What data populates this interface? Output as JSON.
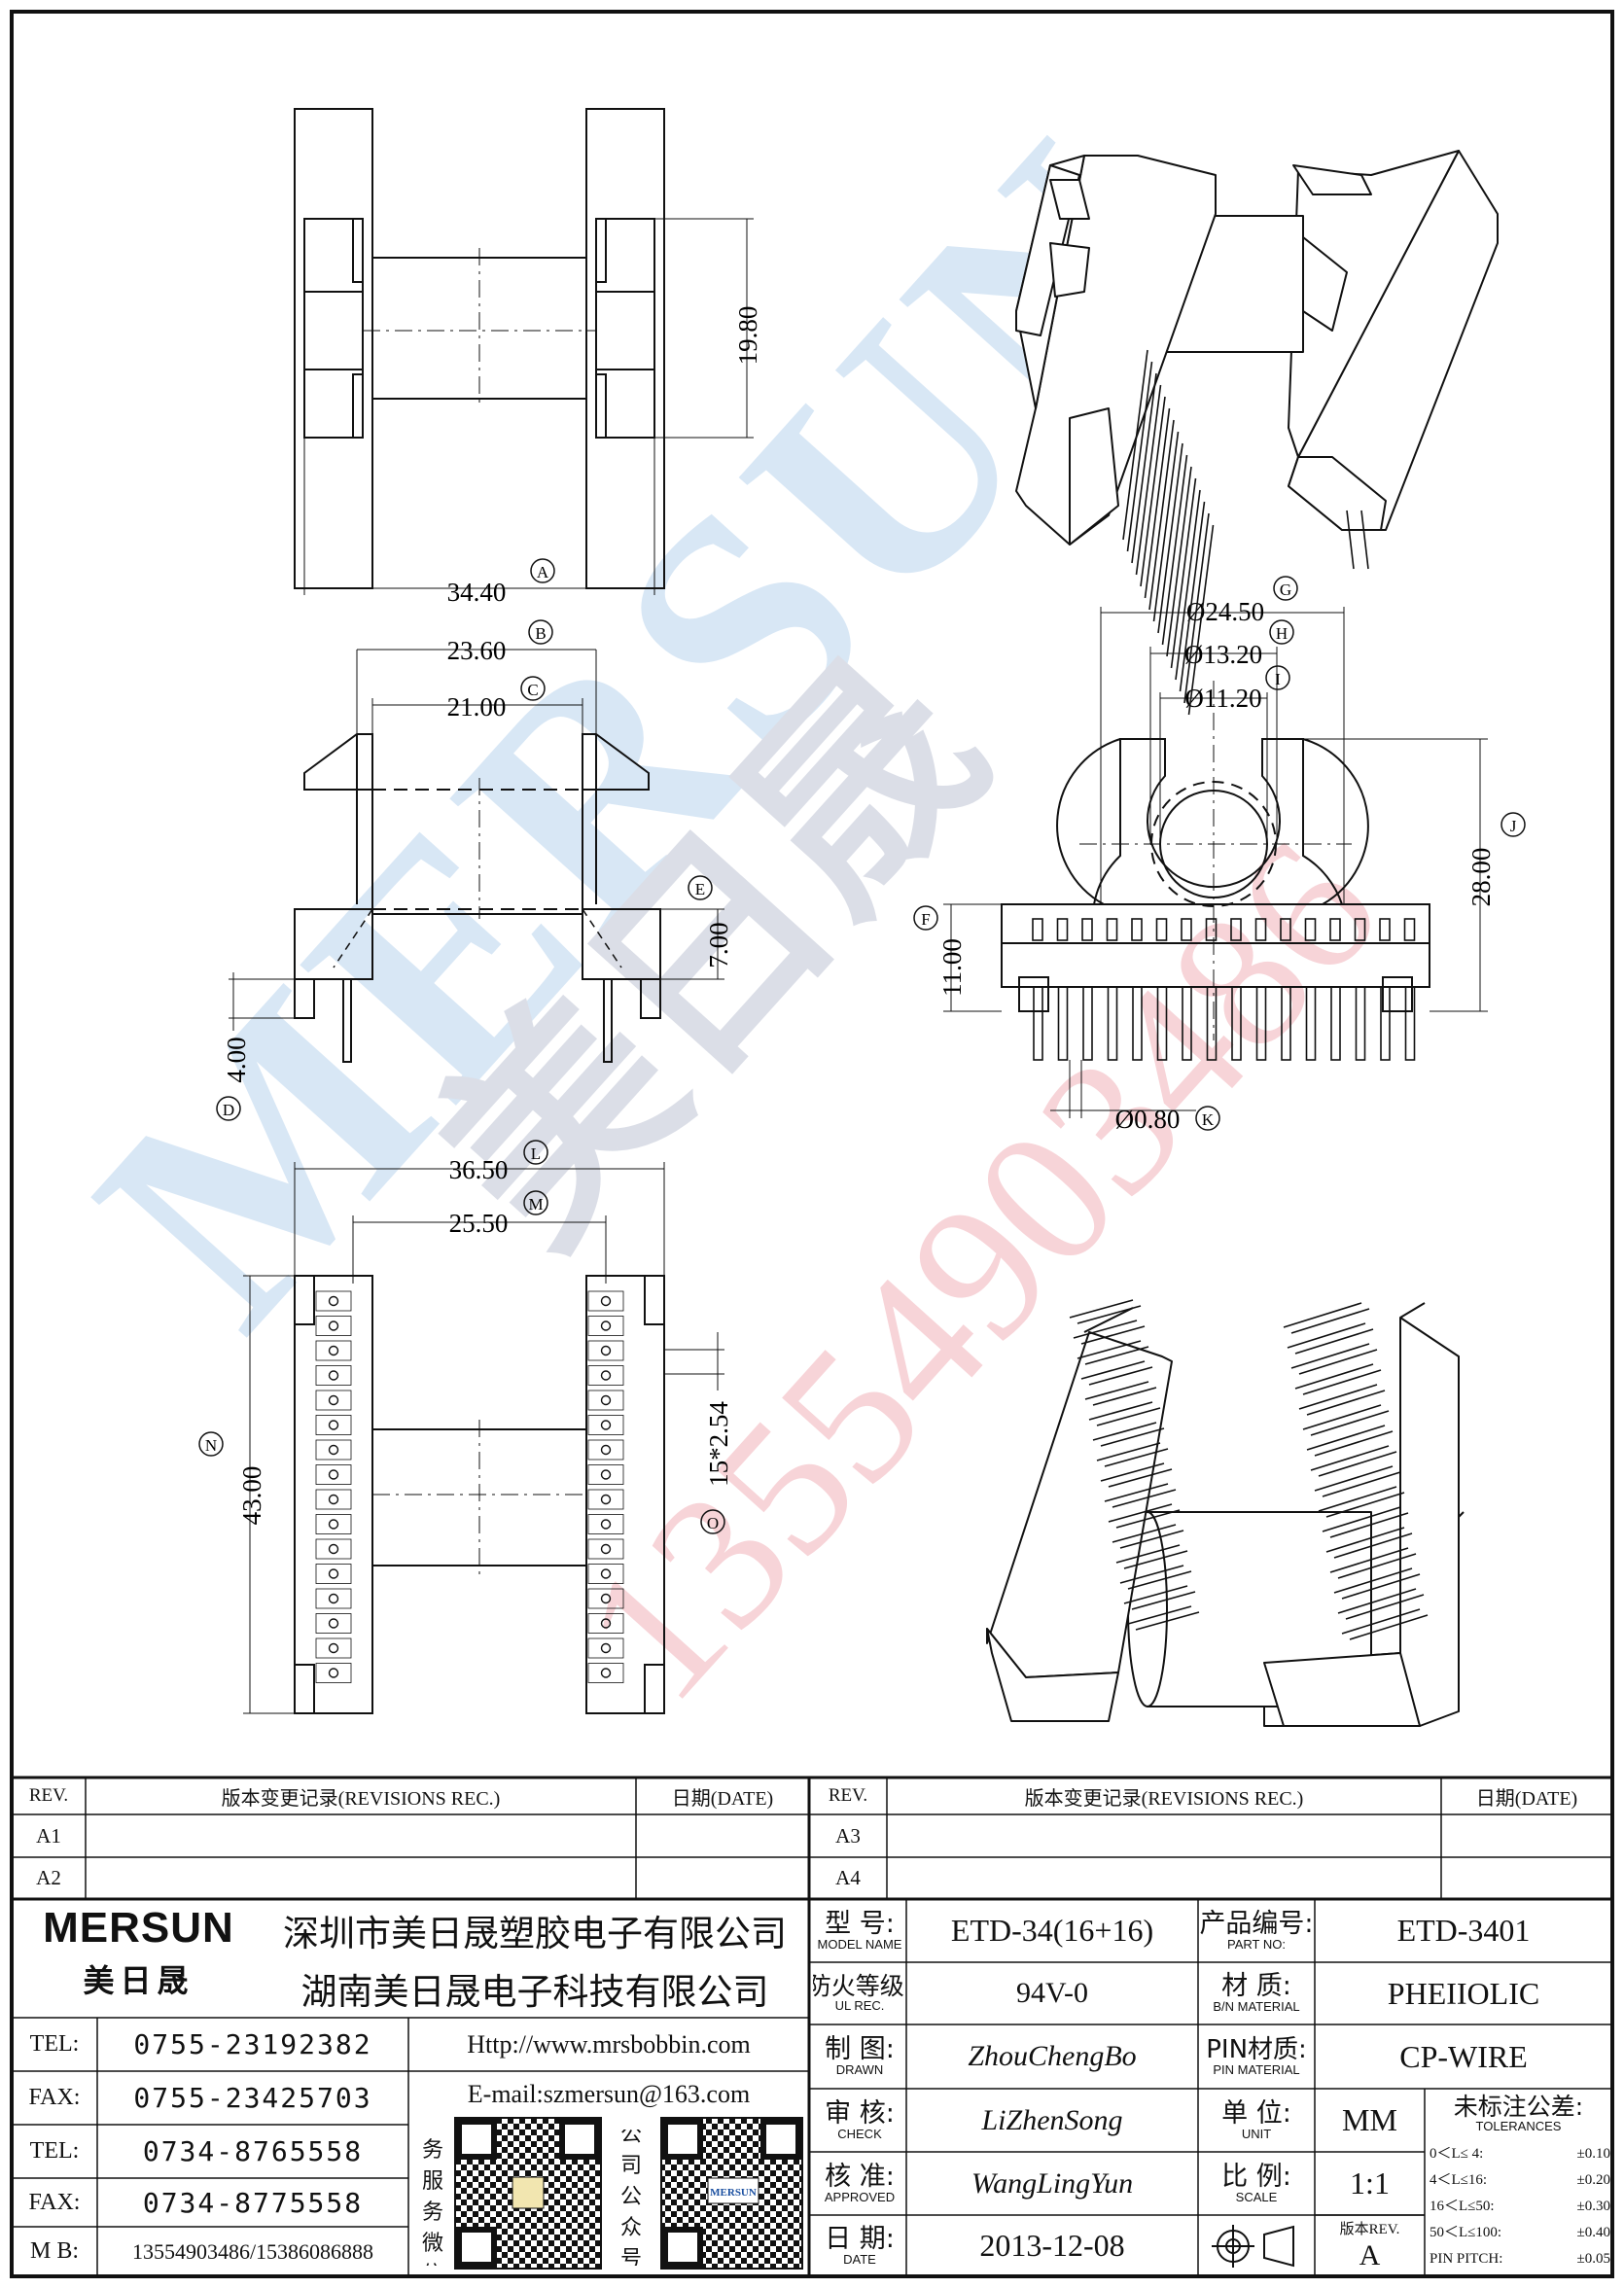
{
  "watermark": {
    "brand": "MERSUN",
    "cn": "美日晟",
    "phone": "13554903486"
  },
  "dims": {
    "A": "34.40",
    "B": "23.60",
    "C": "21.00",
    "D": "4.00",
    "E": "7.00",
    "F": "11.00",
    "G": "Ø24.50",
    "H": "Ø13.20",
    "I": "Ø11.20",
    "J": "28.00",
    "K": "Ø0.80",
    "L": "36.50",
    "M": "25.50",
    "N": "43.00",
    "O": "15*2.54",
    "height": "19.80"
  },
  "letters": {
    "A": "A",
    "B": "B",
    "C": "C",
    "D": "D",
    "E": "E",
    "F": "F",
    "G": "G",
    "H": "H",
    "I": "I",
    "J": "J",
    "K": "K",
    "L": "L",
    "M": "M",
    "N": "N",
    "O": "O"
  },
  "rev_left": {
    "h_rev": "REV.",
    "h_rec": "版本变更记录(REVISIONS REC.)",
    "h_date": "日期(DATE)",
    "r1": "A1",
    "r2": "A2"
  },
  "rev_right": {
    "h_rev": "REV.",
    "h_rec": "版本变更记录(REVISIONS REC.)",
    "h_date": "日期(DATE)",
    "r1": "A3",
    "r2": "A4"
  },
  "company": {
    "logo": "MERSUN",
    "logo_cn": "美日晟",
    "name1": "深圳市美日晟塑胶电子有限公司",
    "name2": "湖南美日晟电子科技有限公司",
    "tel1_label": "TEL:",
    "tel1": "0755-23192382",
    "fax1_label": "FAX:",
    "fax1": "0755-23425703",
    "tel2_label": "TEL:",
    "tel2": "0734-8765558",
    "fax2_label": "FAX:",
    "fax2": "0734-8775558",
    "mb_label": "M B:",
    "mb": "13554903486/15386086888",
    "web": "Http://www.mrsbobbin.com",
    "email": "E-mail:szmersun@163.com",
    "qr1_label": "业务服务微信",
    "qr2_label": "公司公众号",
    "qr2_logo": "MERSUN"
  },
  "spec": {
    "model_label": "型 号:",
    "model_sub": "MODEL NAME",
    "model": "ETD-34(16+16)",
    "partno_label": "产品编号:",
    "partno_sub": "PART NO:",
    "partno": "ETD-3401",
    "ul_label": "防火等级:",
    "ul_sub": "UL REC.",
    "ul": "94V-0",
    "material_label": "材 质:",
    "material_sub": "B/N MATERIAL",
    "material": "PHEΙΙOLIC",
    "drawn_label": "制 图:",
    "drawn_sub": "DRAWN",
    "drawn": "ZhouChengBo",
    "pinmat_label": "PIN材质:",
    "pinmat_sub": "PIN MATERIAL",
    "pinmat": "CP-WIRE",
    "check_label": "审 核:",
    "check_sub": "CHECK",
    "check": "LiZhenSong",
    "unit_label": "单 位:",
    "unit_sub": "UNIT",
    "unit": "MM",
    "tol_label": "未标注公差:",
    "tol_sub": "TOLERANCES",
    "tolerances": [
      {
        "range": "0＜L≤ 4:",
        "value": "±0.10"
      },
      {
        "range": "4＜L≤16:",
        "value": "±0.20"
      },
      {
        "range": "16＜L≤50:",
        "value": "±0.30"
      },
      {
        "range": "50＜L≤100:",
        "value": "±0.40"
      },
      {
        "range": "PIN PITCH:",
        "value": "±0.05"
      }
    ],
    "approved_label": "核 准:",
    "approved_sub": "APPROVED",
    "approved": "WangLingYun",
    "scale_label": "比 例:",
    "scale_sub": "SCALE",
    "scale": "1:1",
    "date_label": "日 期:",
    "date_sub": "DATE",
    "date": "2013-12-08",
    "version_label": "版本REV.",
    "version": "A"
  }
}
